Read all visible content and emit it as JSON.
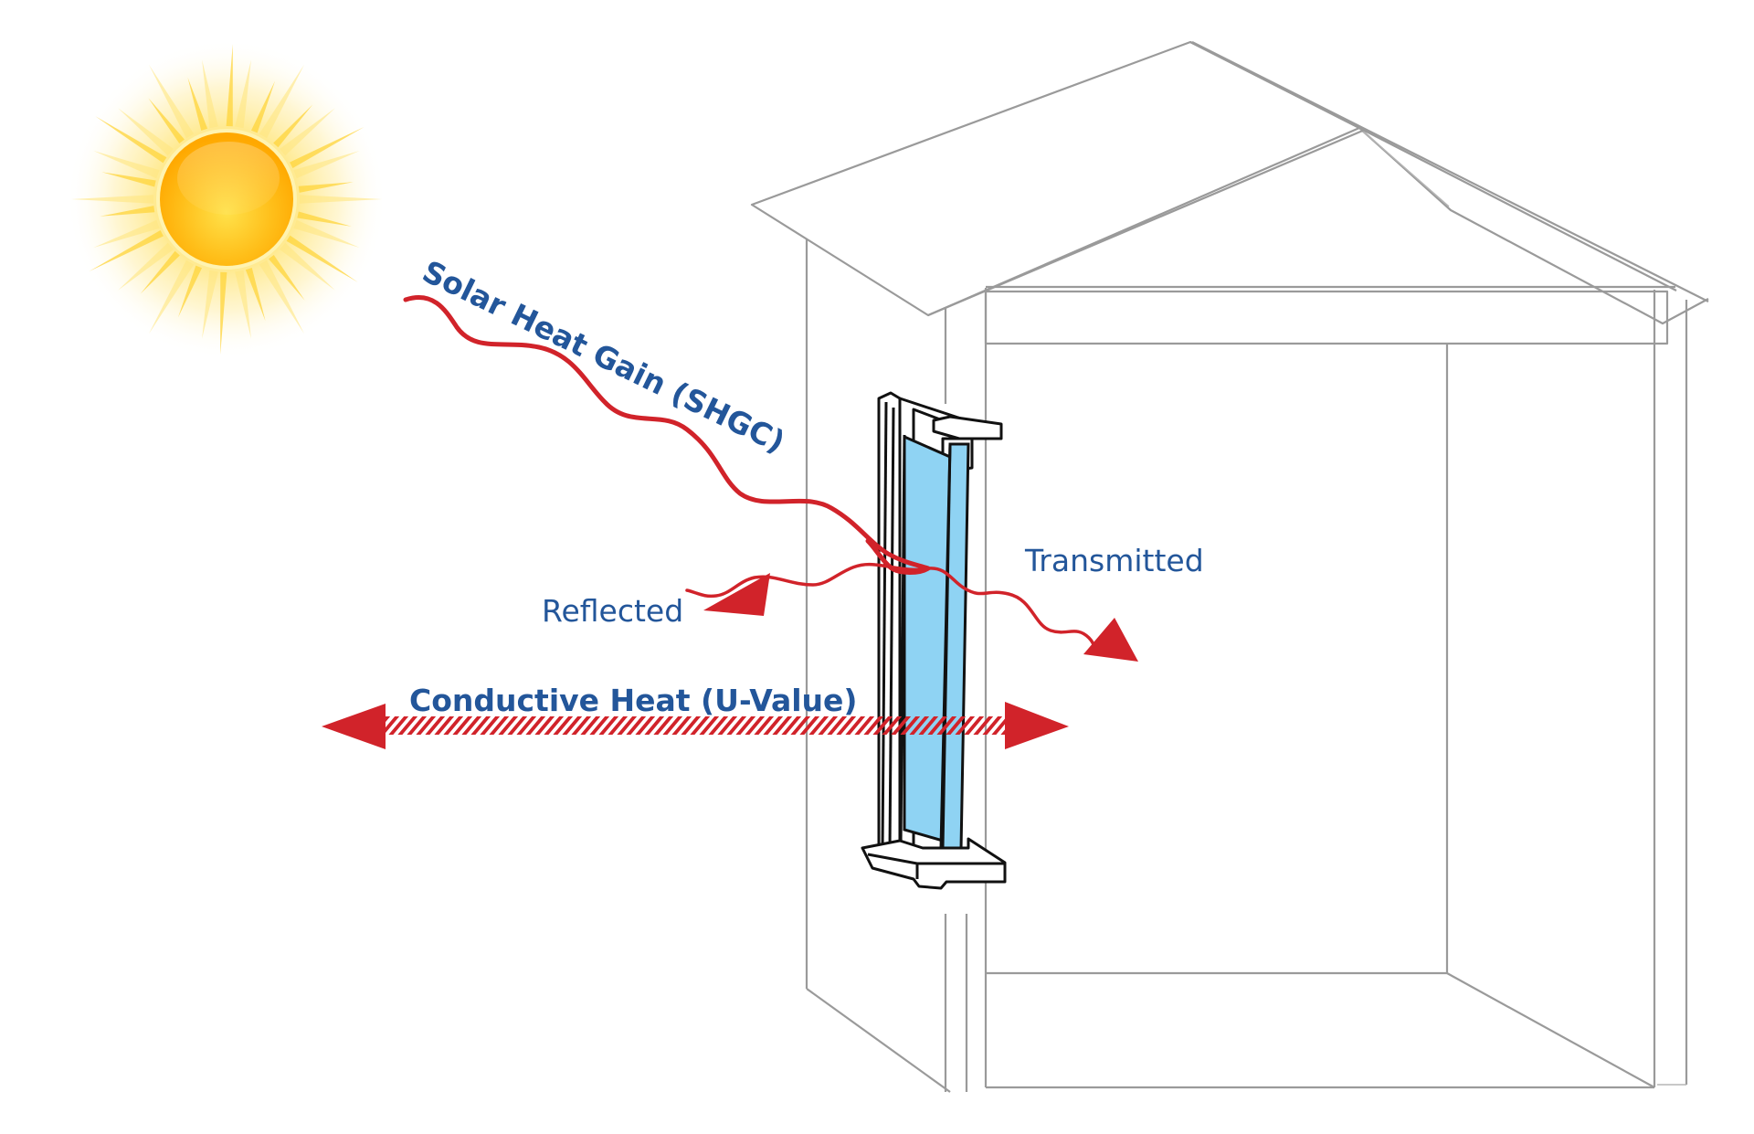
{
  "diagram": {
    "title": "Window heat transfer: solar heat gain and conductive heat",
    "labels": {
      "solar_heat_gain": "Solar Heat Gain (SHGC)",
      "transmitted": "Transmitted",
      "reflected": "Reflected",
      "conductive_heat": "Conductive Heat (U-Value)"
    },
    "elements": [
      {
        "id": "sun",
        "icon": "sun-icon",
        "description": "Sun emitting solar radiation"
      },
      {
        "id": "house",
        "description": "Line drawing of a house cross-section"
      },
      {
        "id": "window",
        "description": "Double-pane window cross-section with blue glass"
      },
      {
        "id": "solar-ray",
        "description": "Wavy red ray from the sun hitting the window"
      },
      {
        "id": "reflected-ray",
        "description": "Wavy red ray bouncing back outward"
      },
      {
        "id": "transmitted-ray",
        "description": "Wavy red ray passing into the house"
      },
      {
        "id": "conductive-arrow",
        "description": "Double-headed hatched red arrow through the window"
      }
    ],
    "colors": {
      "label_blue": "#23569a",
      "arrow_red": "#d1232a",
      "glass_blue": "#8fd3f3",
      "sun_core": "#ffb400",
      "sun_rays": "#ffd84a",
      "house_lines": "#9a9a9a"
    }
  }
}
